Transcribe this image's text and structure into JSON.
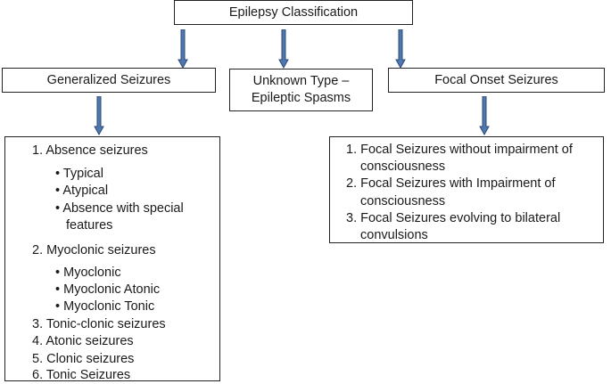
{
  "root": {
    "label": "Epilepsy Classification"
  },
  "generalized": {
    "label": "Generalized Seizures",
    "items": [
      {
        "text": "1. Absence seizures"
      },
      {
        "text": "Typical"
      },
      {
        "text": "Atypical"
      },
      {
        "text": "Absence with special"
      },
      {
        "text": "features"
      },
      {
        "text": "2. Myoclonic seizures"
      },
      {
        "text": "Myoclonic"
      },
      {
        "text": "Myoclonic Atonic"
      },
      {
        "text": "Myoclonic Tonic"
      },
      {
        "text": "3. Tonic-clonic seizures"
      },
      {
        "text": "4. Atonic seizures"
      },
      {
        "text": "5. Clonic seizures"
      },
      {
        "text": "6. Tonic Seizures"
      }
    ]
  },
  "unknown": {
    "line1": "Unknown Type –",
    "line2": "Epileptic Spasms"
  },
  "focal": {
    "label": "Focal Onset Seizures",
    "items": [
      {
        "text": "1. Focal Seizures without impairment of"
      },
      {
        "text": "consciousness"
      },
      {
        "text": "2. Focal Seizures with Impairment of"
      },
      {
        "text": "consciousness"
      },
      {
        "text": "3. Focal Seizures evolving to bilateral"
      },
      {
        "text": "convulsions"
      }
    ]
  },
  "colors": {
    "arrow_fill": "#4f77b0",
    "arrow_stroke": "#2c4a75"
  }
}
